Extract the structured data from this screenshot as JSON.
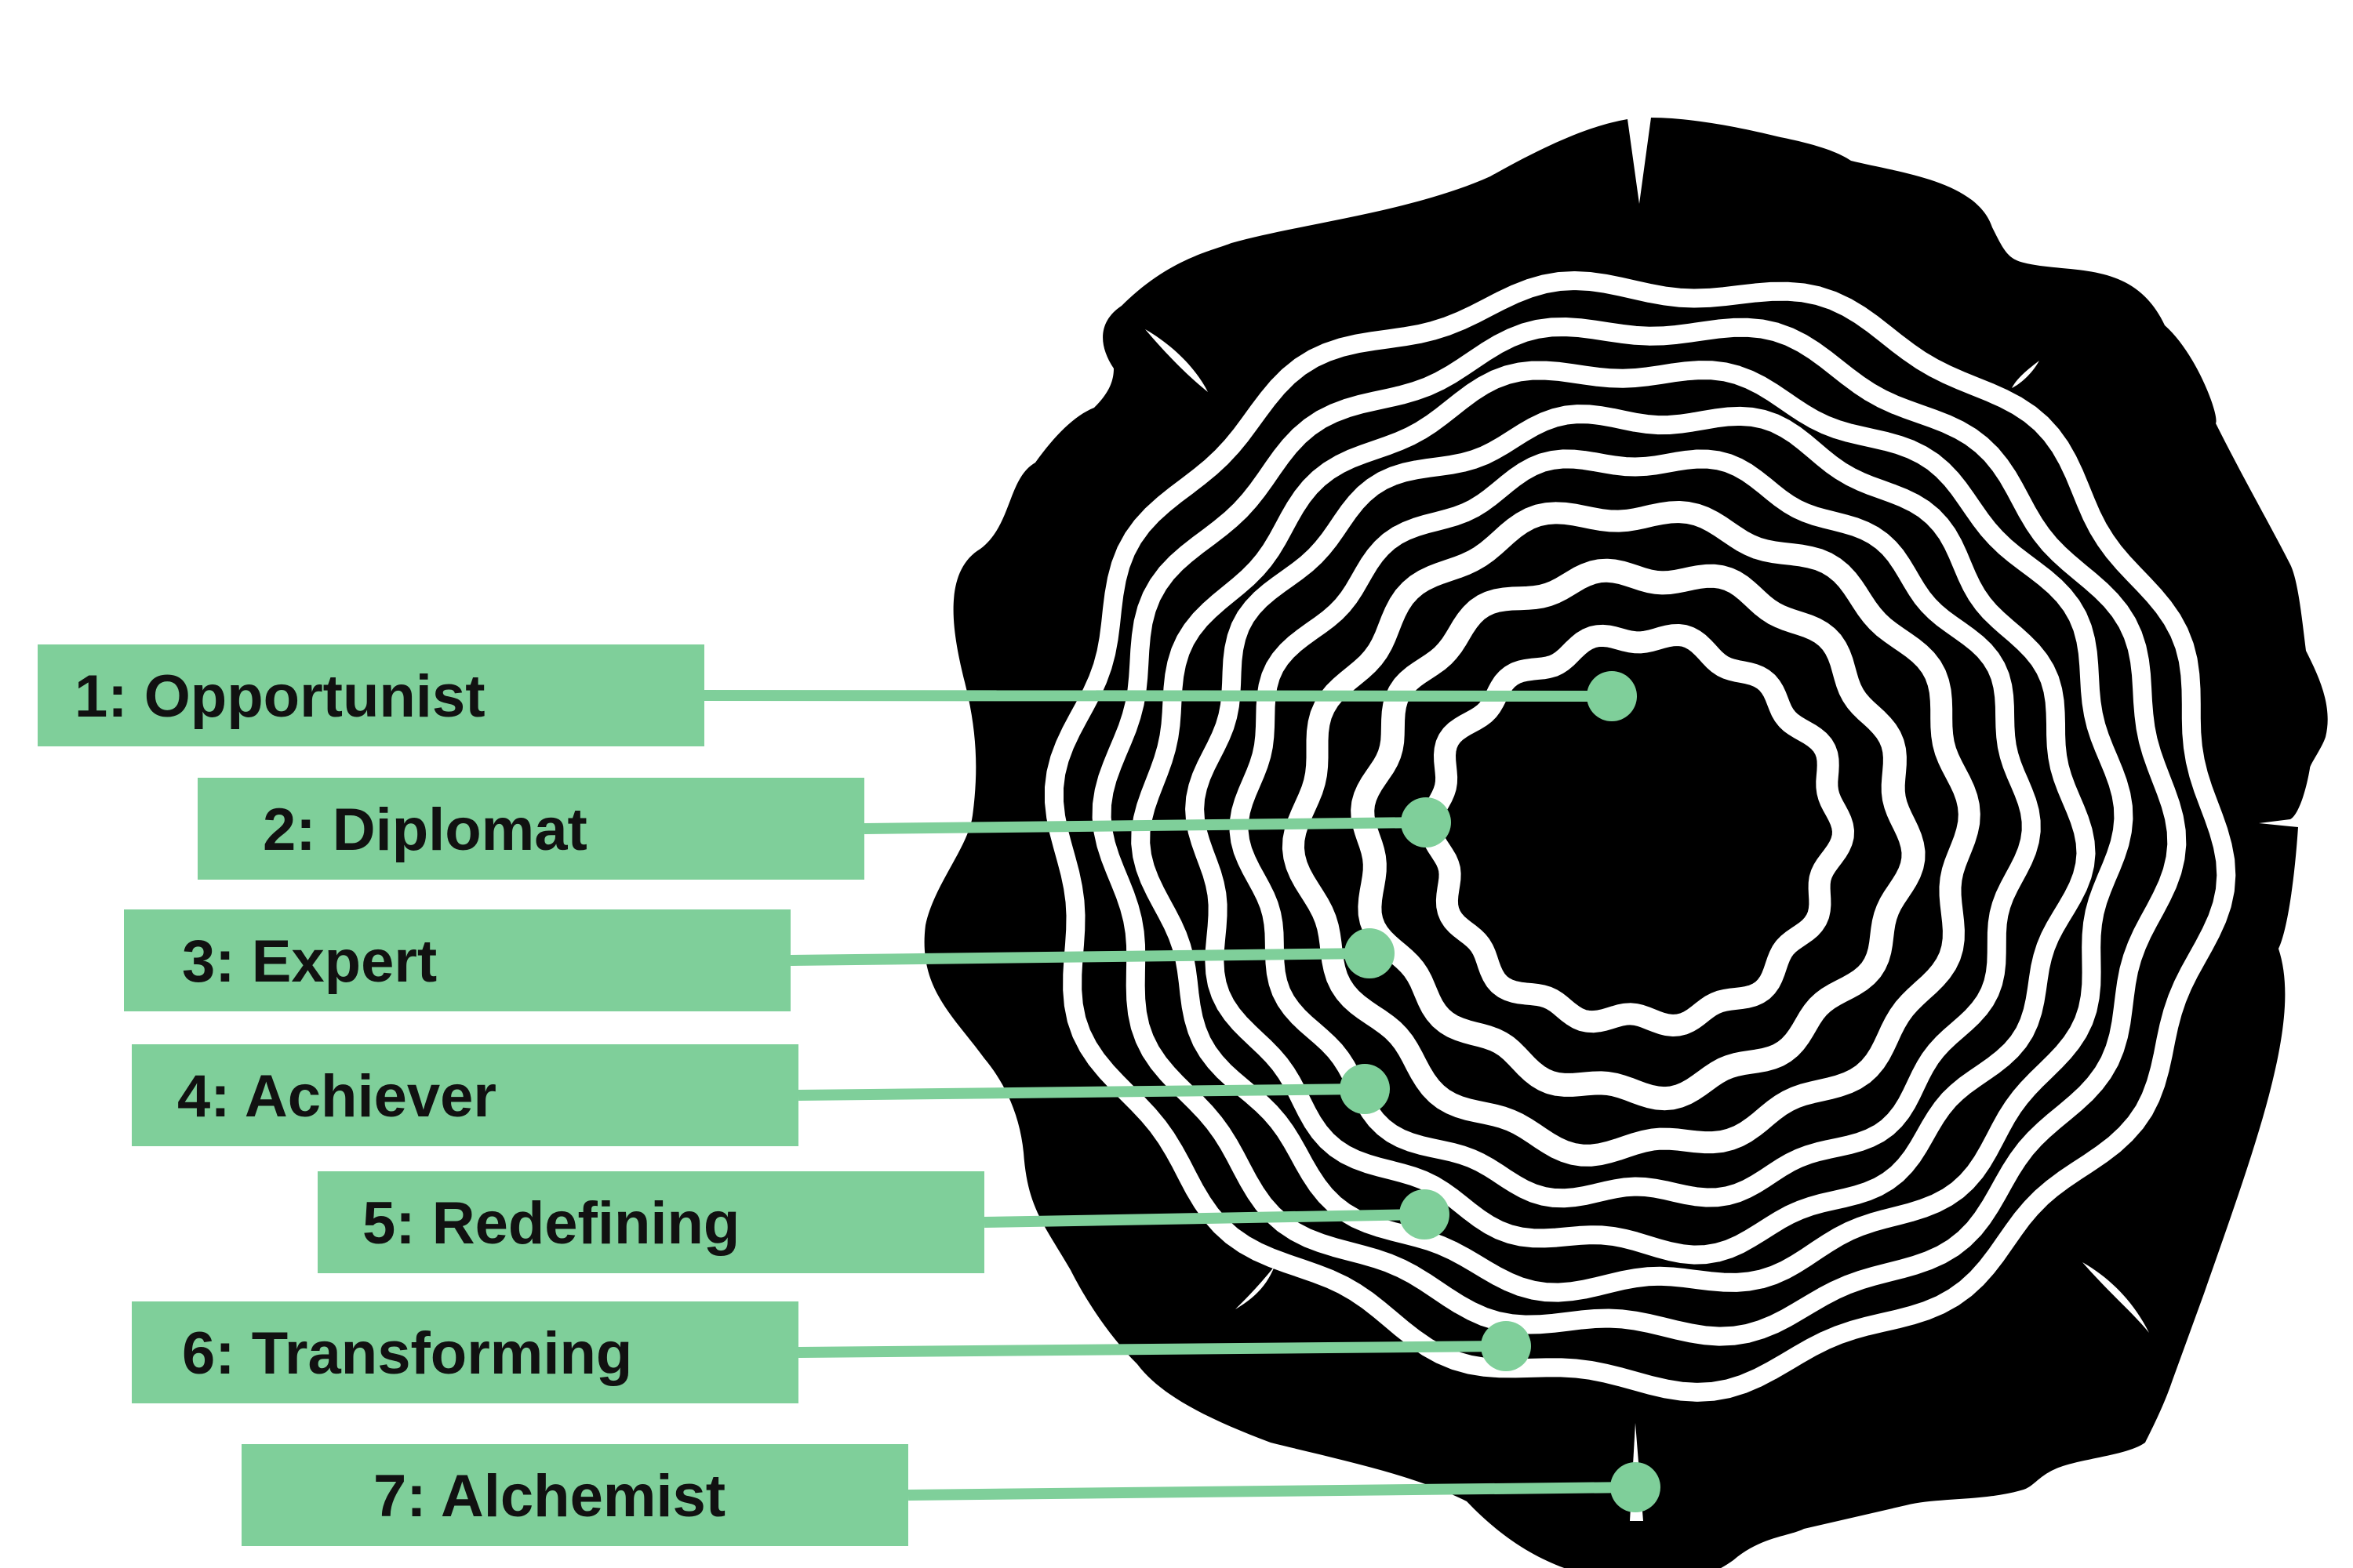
{
  "diagram": {
    "labels": [
      {
        "number": "1",
        "name": "Opportunist",
        "text": "1: Opportunist"
      },
      {
        "number": "2",
        "name": "Diplomat",
        "text": "2: Diplomat"
      },
      {
        "number": "3",
        "name": "Expert",
        "text": "3: Expert"
      },
      {
        "number": "4",
        "name": "Achiever",
        "text": "4: Achiever"
      },
      {
        "number": "5",
        "name": "Redefining",
        "text": "5: Redefining"
      },
      {
        "number": "6",
        "name": "Transforming",
        "text": "6: Transforming"
      },
      {
        "number": "7",
        "name": "Alchemist",
        "text": "7: Alchemist"
      }
    ],
    "colors": {
      "accent": "#7fcf9a",
      "trunk": "#000000",
      "ring_gap": "#ffffff",
      "text": "#111111",
      "background": "#ffffff"
    },
    "icon": "tree-trunk-cross-section-icon"
  }
}
